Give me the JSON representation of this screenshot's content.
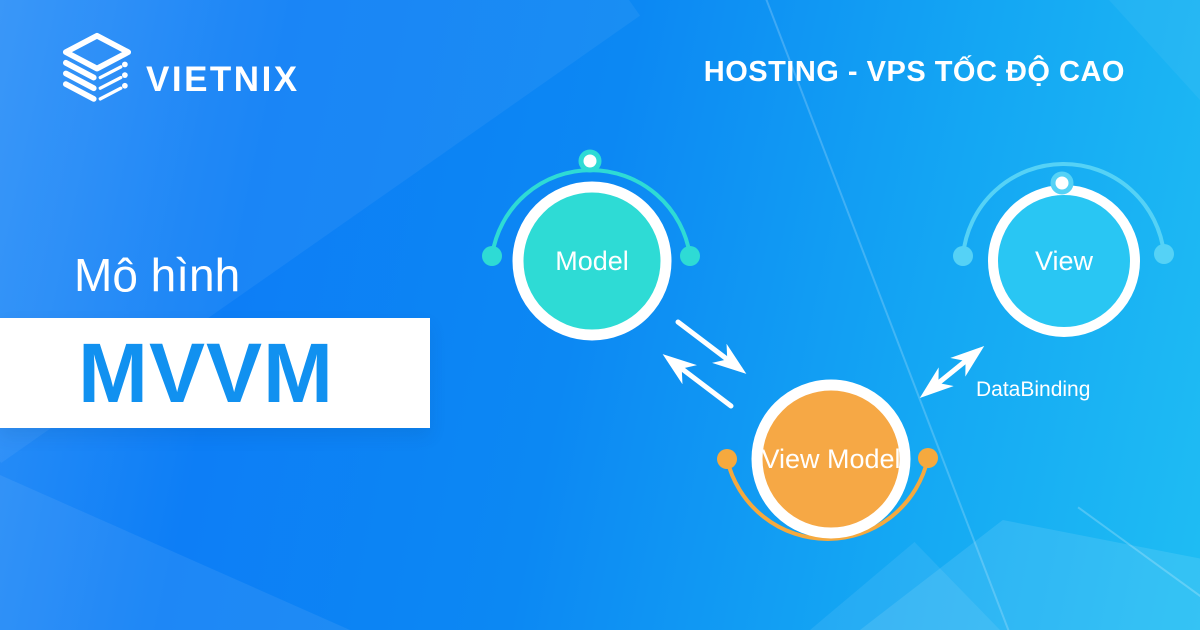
{
  "brand": {
    "name": "VIETNIX",
    "icon": "vietnix-layers-logo-icon"
  },
  "header": {
    "tagline": "HOSTING - VPS TỐC ĐỘ CAO"
  },
  "title": {
    "subtitle": "Mô hình",
    "main": "MVVM"
  },
  "diagram": {
    "nodes": [
      {
        "id": "model",
        "label": "Model",
        "fill": "#2edbd5",
        "arc_color": "#2edbd5"
      },
      {
        "id": "view",
        "label": "View",
        "fill": "#29c6f3",
        "arc_color": "#55d2f6"
      },
      {
        "id": "view-model",
        "label": "View Model",
        "fill": "#f6a845",
        "arc_color": "#f5a93e"
      }
    ],
    "edges": [
      {
        "from": "Model",
        "to": "View Model",
        "type": "two-one-way-arrows",
        "label": ""
      },
      {
        "from": "View Model",
        "to": "View",
        "type": "double-headed-arrow",
        "label": "DataBinding"
      }
    ]
  },
  "colors": {
    "background_left": "#0d7ef6",
    "background_right": "#1fbdf3",
    "mvvm_text_blue": "#1191f0",
    "mvvm_box_bg": "#ffffff",
    "text_white": "#ffffff",
    "arrow_white": "#ffffff"
  }
}
